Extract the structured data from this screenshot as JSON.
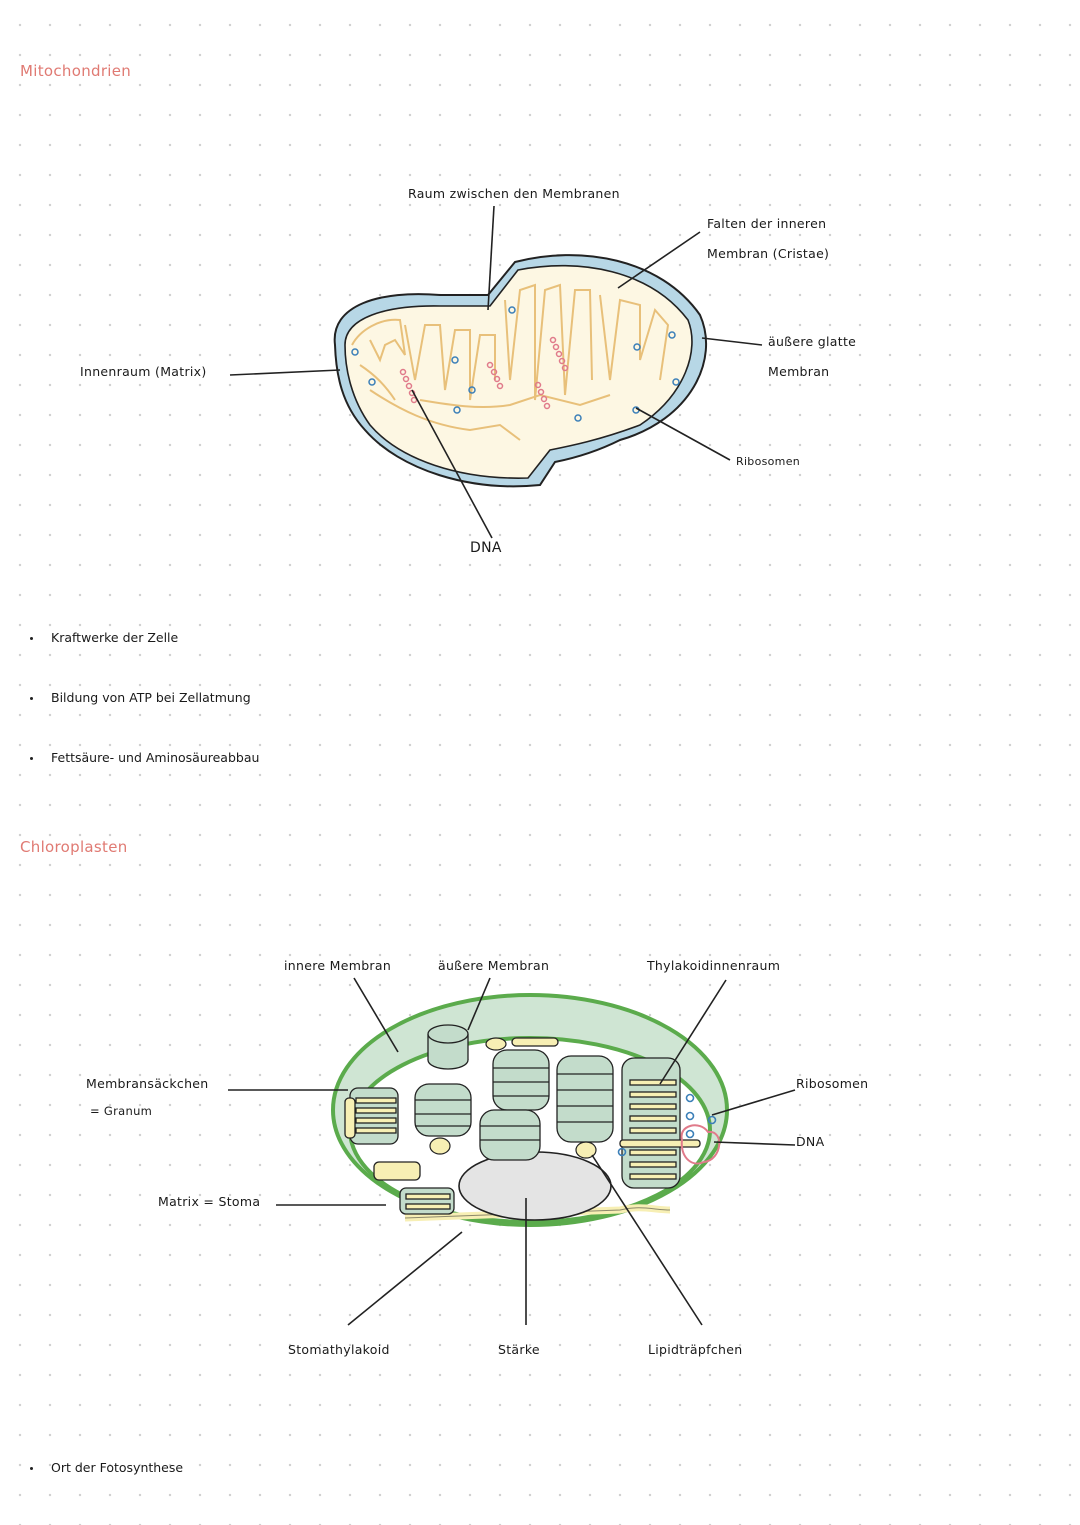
{
  "mito": {
    "heading": "Mitochondrien",
    "labels": {
      "intermembrane": "Raum zwischen den Membranen",
      "cristae_1": "Falten der inneren",
      "cristae_2": "Membran (Cristae)",
      "outer_1": "äußere glatte",
      "outer_2": "Membran",
      "matrix": "Innenraum (Matrix)",
      "ribosomes": "Ribosomen",
      "dna": "DNA"
    },
    "facts": [
      "Kraftwerke der Zelle",
      "Bildung von ATP bei Zellatmung",
      "Fettsäure- und Aminosäureabbau"
    ]
  },
  "chloro": {
    "heading": "Chloroplasten",
    "labels": {
      "inner_membrane": "innere Membran",
      "outer_membrane": "äußere Membran",
      "thylakoid_lumen": "Thylakoidinnenraum",
      "granum_1": "Membransäckchen",
      "granum_2": "= Granum",
      "ribosomes": "Ribosomen",
      "dna": "DNA",
      "stroma": "Matrix = Stoma",
      "stroma_thylakoid": "Stomathylakoid",
      "starch": "Stärke",
      "lipid": "Lipidträpfchen"
    },
    "facts": [
      "Ort der Fotosynthese"
    ]
  },
  "colors": {
    "heading": "#e07a73",
    "mito_membrane": "#b7d7e6",
    "mito_fill": "#fdf7e3",
    "mito_cristae": "#e8c07a",
    "ribosome": "#3b7fb8",
    "dna": "#e07a8a",
    "chloro_membrane": "#5bab4c",
    "chloro_space": "#cfe5d3",
    "thylakoid": "#c3dccb",
    "lamella": "#f7efb4",
    "starch": "#e4e4e4"
  }
}
